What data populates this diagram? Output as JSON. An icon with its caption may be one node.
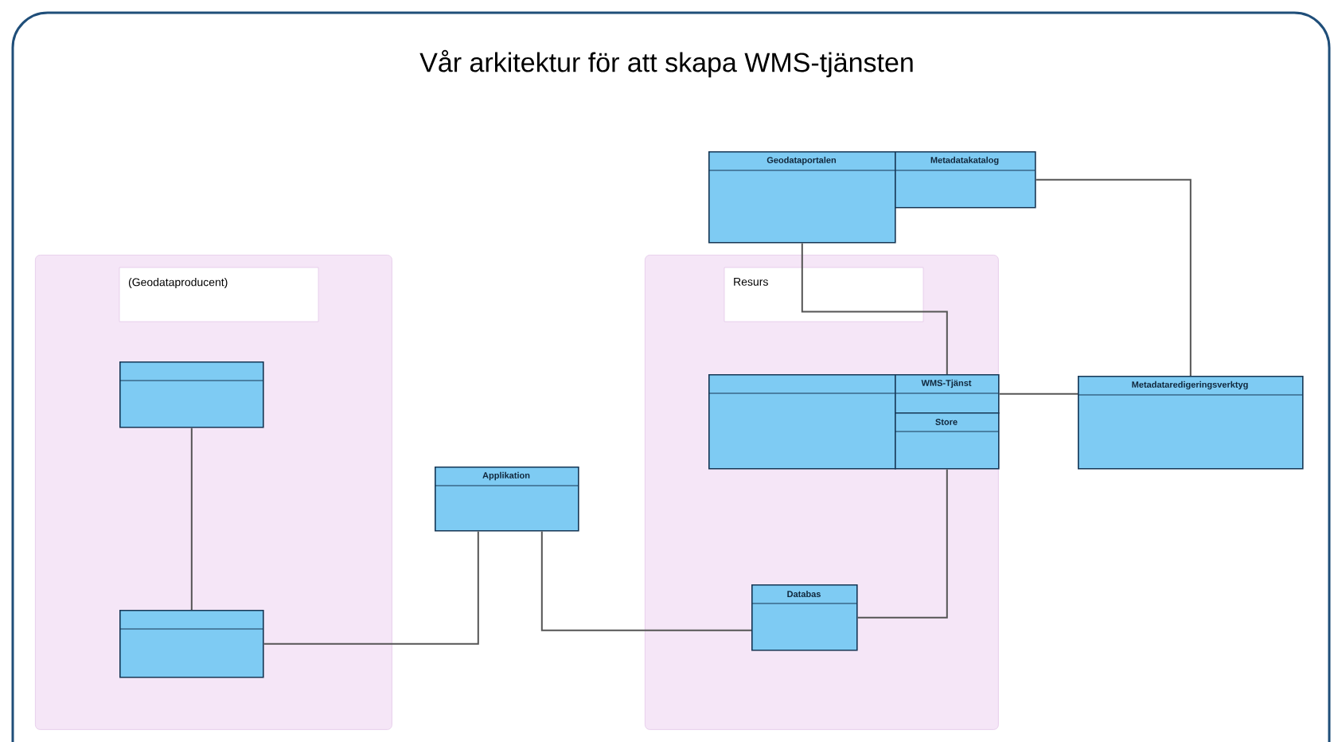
{
  "diagram": {
    "title": "Vår arkitektur för att skapa WMS-tjänsten",
    "nodes": [
      {
        "text": [
          "(Geodataproducent)"
        ]
      },
      {
        "text": [
          "Resurs"
        ]
      },
      {
        "text": [
          "Geodataportalen"
        ]
      },
      {
        "text": [
          "Metadatakatalog"
        ]
      },
      {
        "text": [],
        "shape": "box",
        "in": 0
      },
      {
        "text": [],
        "shape": "box",
        "in": 0
      },
      {
        "text": [
          "Applikation"
        ]
      },
      {
        "text": [],
        "shape": "box",
        "in": 1
      },
      {
        "text": [
          "WMS-Tjänst"
        ],
        "in": 1
      },
      {
        "text": [
          "Store"
        ],
        "in": 1
      },
      {
        "text": [
          "Databas"
        ],
        "in": 1
      },
      {
        "text": [
          "Metadataredigeringsverktyg"
        ]
      }
    ],
    "edges": [
      {
        "from": 2,
        "to": 8,
        "arrow": "none"
      },
      {
        "from": 3,
        "to": 11,
        "arrow": "none"
      },
      {
        "from": 8,
        "to": 11,
        "arrow": "none"
      },
      {
        "from": 9,
        "to": 10,
        "arrow": "none"
      },
      {
        "from": 4,
        "to": 5,
        "arrow": "none"
      },
      {
        "from": 5,
        "to": 6,
        "arrow": "none"
      },
      {
        "from": 6,
        "to": 10,
        "arrow": "none"
      }
    ]
  }
}
